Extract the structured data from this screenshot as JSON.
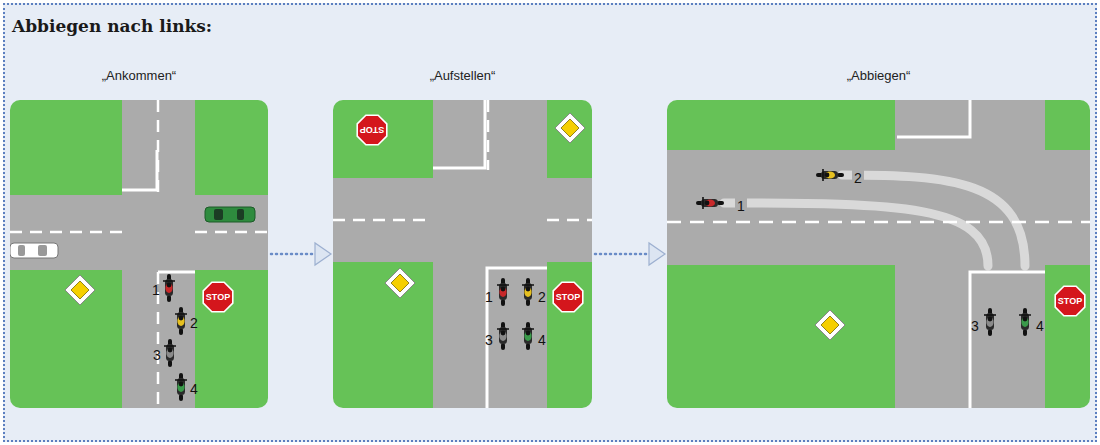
{
  "diagram": {
    "title": "Abbiegen nach links:",
    "nodes": [
      {
        "text": [
          "„Ankommen“"
        ]
      },
      {
        "text": [
          "„Aufstellen“"
        ]
      },
      {
        "text": [
          "„Abbiegen“"
        ]
      },
      {
        "text": [
          "STOP"
        ],
        "in": 0
      },
      {
        "text": [
          "STOP"
        ],
        "in": 1
      },
      {
        "text": [
          "STOP"
        ],
        "in": 1
      },
      {
        "text": [
          "STOP"
        ],
        "in": 2
      }
    ],
    "edges": [
      {
        "from": 0,
        "to": 1,
        "arrow": "to"
      },
      {
        "from": 1,
        "to": 2,
        "arrow": "to"
      }
    ],
    "labels": [
      "1",
      "2",
      "3",
      "4",
      "1",
      "2",
      "3",
      "4",
      "1",
      "2",
      "3",
      "4"
    ]
  }
}
